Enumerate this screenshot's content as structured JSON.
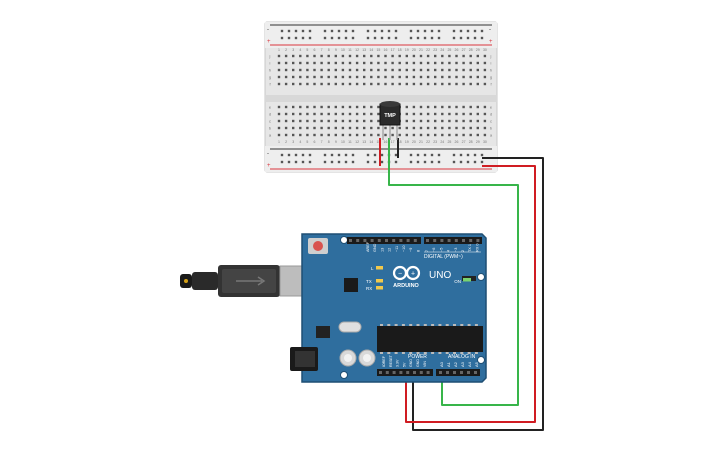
{
  "breadboard": {
    "rail_plus": "+",
    "rail_minus": "-",
    "columns_top": [
      "1",
      "2",
      "3",
      "4",
      "5",
      "6",
      "7",
      "8",
      "9",
      "10",
      "11",
      "12",
      "13",
      "14",
      "15",
      "16",
      "17",
      "18",
      "19",
      "20",
      "21",
      "22",
      "23",
      "24",
      "25",
      "26",
      "27",
      "28",
      "29",
      "30"
    ],
    "rows_upper": [
      "j",
      "i",
      "h",
      "g",
      "f"
    ],
    "rows_lower": [
      "e",
      "d",
      "c",
      "b",
      "a"
    ]
  },
  "sensor": {
    "label": "TMP"
  },
  "arduino": {
    "brand": "ARDUINO",
    "model": "UNO",
    "on_label": "ON",
    "digital_label": "DIGITAL (PWM~)",
    "power_label": "POWER",
    "analog_label": "ANALOG IN",
    "led_l": "L",
    "led_tx": "TX",
    "led_rx": "RX",
    "digital_pins": [
      "AREF",
      "GND",
      "13",
      "12",
      "~11",
      "~10",
      "~9",
      "8",
      "7",
      "~6",
      "~5",
      "4",
      "~3",
      "2",
      "TX 1",
      "RX 0"
    ],
    "power_pins": [
      "IOREF",
      "RESET",
      "3.3V",
      "5V",
      "GND",
      "GND",
      "VIN"
    ],
    "analog_pins": [
      "A0",
      "A1",
      "A2",
      "A3",
      "A4",
      "A5"
    ]
  },
  "colors": {
    "board_blue": "#2f6e9e",
    "board_blue_dark": "#1f4f74",
    "wire_red": "#d01c22",
    "wire_black": "#222222",
    "wire_green": "#38b54a",
    "breadboard": "#e6e6e6",
    "rail_red": "#d9363e",
    "rail_blue": "#333333"
  },
  "icons": [
    "usb-cable-icon",
    "infinity-logo-icon",
    "reset-button-icon"
  ]
}
